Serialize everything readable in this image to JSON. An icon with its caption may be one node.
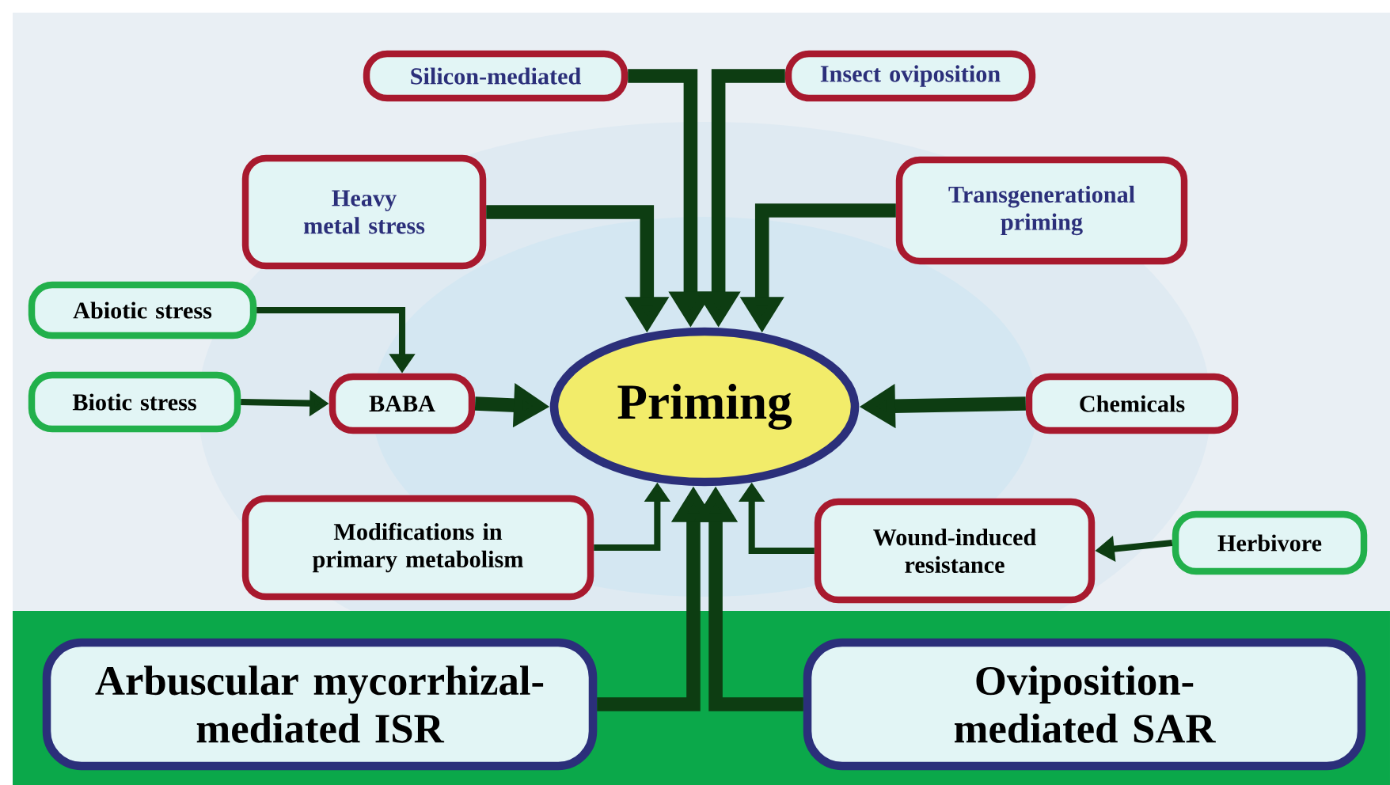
{
  "diagram": {
    "nodes": [
      {
        "text": [
          "Priming"
        ]
      },
      {
        "text": [
          "Silicon-mediated"
        ]
      },
      {
        "text": [
          "Insect oviposition"
        ]
      },
      {
        "text": [
          "Heavy metal stress"
        ]
      },
      {
        "text": [
          "Transgenerational priming"
        ]
      },
      {
        "text": [
          "Abiotic stress"
        ]
      },
      {
        "text": [
          "Biotic stress"
        ]
      },
      {
        "text": [
          "BABA"
        ]
      },
      {
        "text": [
          "Chemicals"
        ]
      },
      {
        "text": [
          "Modifications in primary metabolism"
        ]
      },
      {
        "text": [
          "Wound-induced resistance"
        ]
      },
      {
        "text": [
          "Herbivore"
        ]
      },
      {
        "text": [
          "Arbuscular mycorrhizal-mediated ISR"
        ]
      },
      {
        "text": [
          "Oviposition-mediated SAR"
        ]
      }
    ],
    "edges": [
      {
        "from": 1,
        "to": 0,
        "arrow": "to"
      },
      {
        "from": 2,
        "to": 0,
        "arrow": "to"
      },
      {
        "from": 3,
        "to": 0,
        "arrow": "to"
      },
      {
        "from": 4,
        "to": 0,
        "arrow": "to"
      },
      {
        "from": 5,
        "to": 7,
        "arrow": "to"
      },
      {
        "from": 6,
        "to": 7,
        "arrow": "to"
      },
      {
        "from": 7,
        "to": 0,
        "arrow": "to"
      },
      {
        "from": 8,
        "to": 0,
        "arrow": "to"
      },
      {
        "from": 9,
        "to": 0,
        "arrow": "to"
      },
      {
        "from": 10,
        "to": 0,
        "arrow": "to"
      },
      {
        "from": 11,
        "to": 10,
        "arrow": "to"
      },
      {
        "from": 12,
        "to": 0,
        "arrow": "to"
      },
      {
        "from": 13,
        "to": 0,
        "arrow": "to"
      }
    ]
  }
}
